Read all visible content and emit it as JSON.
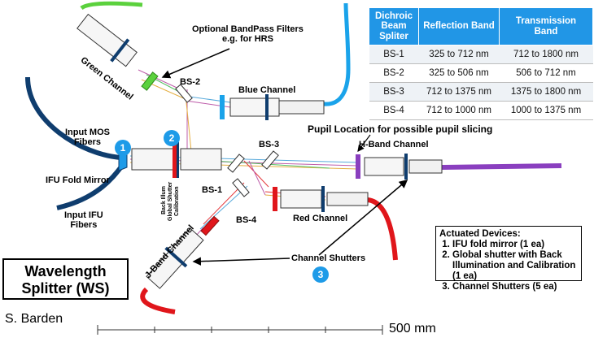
{
  "table": {
    "headers": [
      "Dichroic Beam Spliter",
      "Reflection Band",
      "Transmission Band"
    ],
    "rows": [
      [
        "BS-1",
        "325 to 712 nm",
        "712 to 1800 nm"
      ],
      [
        "BS-2",
        "325 to 506 nm",
        "506 to 712 nm"
      ],
      [
        "BS-3",
        "712 to 1375 nm",
        "1375 to 1800 nm"
      ],
      [
        "BS-4",
        "712 to 1000 nm",
        "1000 to 1375 nm"
      ]
    ]
  },
  "labels": {
    "optional_filters": "Optional BandPass Filters\ne.g. for HRS",
    "green_channel": "Green Channel",
    "blue_channel": "Blue Channel",
    "bs2": "BS-2",
    "bs3": "BS-3",
    "bs1": "BS-1",
    "bs4": "BS-4",
    "pupil_location": "Pupil Location for possible pupil slicing",
    "hband_channel": "H-Band Channel",
    "red_channel": "Red Channel",
    "jband_channel": "J-Band Channel",
    "input_mos": "Input MOS\nFibers",
    "ifu_fold": "IFU Fold Mirror",
    "input_ifu": "Input IFU\nFibers",
    "back_illum": "Back Illum",
    "global_shutter": "Global Shutter",
    "calibration": "Calibration",
    "channel_shutters": "Channel Shutters",
    "wavelength_splitter": "Wavelength\nSplitter (WS)",
    "author": "S. Barden",
    "scale": "500 mm"
  },
  "markers": [
    "1",
    "2",
    "3"
  ],
  "actuated": {
    "title": "Actuated Devices:",
    "items": [
      "IFU fold mirror (1 ea)",
      "Global shutter with Back Illumination and Calibration (1 ea)",
      "Channel Shutters (5 ea)"
    ]
  },
  "colors": {
    "table_header": "#2196e6",
    "marker": "#1e9be8",
    "green_fiber": "#5bd13d",
    "blue_fiber": "#1aa3ea",
    "purple_fiber": "#8a3fbf",
    "red_fiber": "#e0161b",
    "dark_fiber": "#0f3d6e"
  }
}
